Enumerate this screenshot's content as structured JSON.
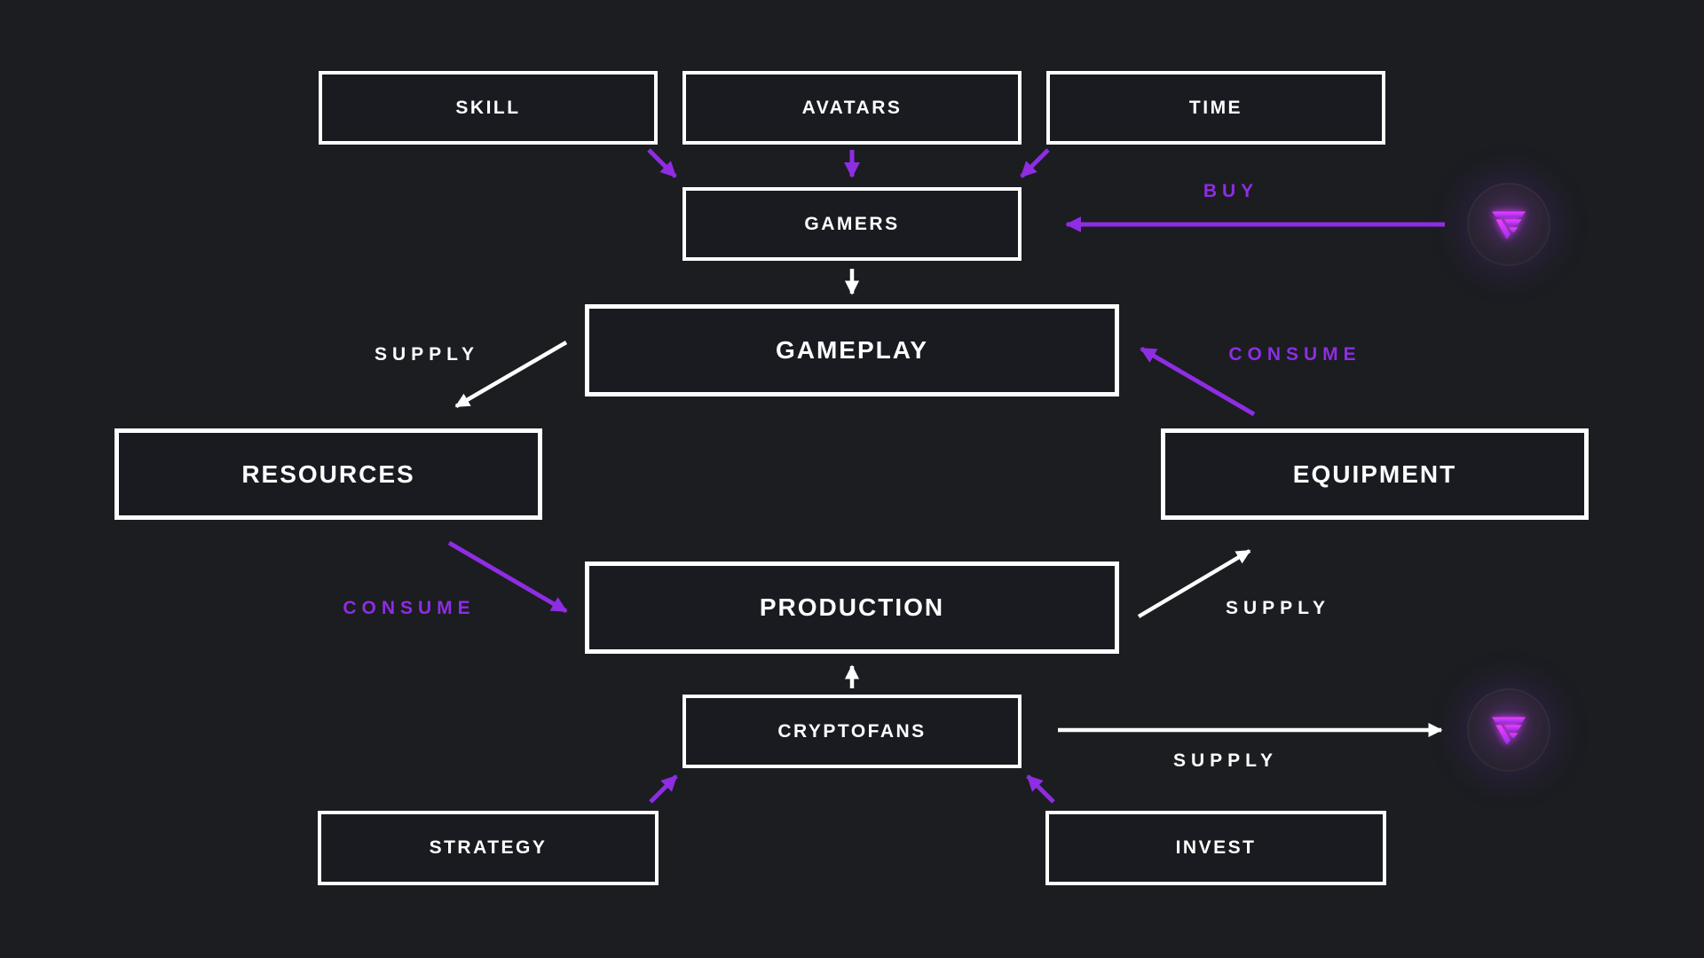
{
  "colors": {
    "background": "#1b1d21",
    "node_background": "#191b20",
    "node_border": "#ffffff",
    "text": "#ffffff",
    "accent_purple": "#8e2de2",
    "logo_magenta": "#d935f7"
  },
  "nodes": {
    "skill": "SKILL",
    "avatars": "AVATARS",
    "time": "TIME",
    "gamers": "GAMERS",
    "gameplay": "GAMEPLAY",
    "resources": "RESOURCES",
    "equipment": "EQUIPMENT",
    "production": "PRODUCTION",
    "cryptofans": "CRYPTOFANS",
    "strategy": "STRATEGY",
    "invest": "INVEST"
  },
  "edge_labels": {
    "buy": "BUY",
    "supply_gameplay_to_resources": "SUPPLY",
    "consume_equipment_to_gameplay": "CONSUME",
    "consume_resources_to_production": "CONSUME",
    "supply_production_to_equipment": "SUPPLY",
    "supply_cryptofans_to_token": "SUPPLY"
  },
  "edges": [
    {
      "from": "SKILL",
      "to": "GAMERS",
      "style": "purple",
      "label": ""
    },
    {
      "from": "AVATARS",
      "to": "GAMERS",
      "style": "purple",
      "label": ""
    },
    {
      "from": "TIME",
      "to": "GAMERS",
      "style": "purple",
      "label": ""
    },
    {
      "from": "token-logo",
      "to": "GAMERS",
      "style": "purple",
      "label": "BUY"
    },
    {
      "from": "GAMERS",
      "to": "GAMEPLAY",
      "style": "white",
      "label": ""
    },
    {
      "from": "GAMEPLAY",
      "to": "RESOURCES",
      "style": "white",
      "label": "SUPPLY"
    },
    {
      "from": "EQUIPMENT",
      "to": "GAMEPLAY",
      "style": "purple",
      "label": "CONSUME"
    },
    {
      "from": "RESOURCES",
      "to": "PRODUCTION",
      "style": "purple",
      "label": "CONSUME"
    },
    {
      "from": "PRODUCTION",
      "to": "EQUIPMENT",
      "style": "white",
      "label": "SUPPLY"
    },
    {
      "from": "CRYPTOFANS",
      "to": "PRODUCTION",
      "style": "white",
      "label": ""
    },
    {
      "from": "STRATEGY",
      "to": "CRYPTOFANS",
      "style": "purple",
      "label": ""
    },
    {
      "from": "INVEST",
      "to": "CRYPTOFANS",
      "style": "purple",
      "label": ""
    },
    {
      "from": "CRYPTOFANS",
      "to": "token-logo",
      "style": "white",
      "label": "SUPPLY"
    }
  ],
  "icons": {
    "token": "tf-token-logo"
  }
}
